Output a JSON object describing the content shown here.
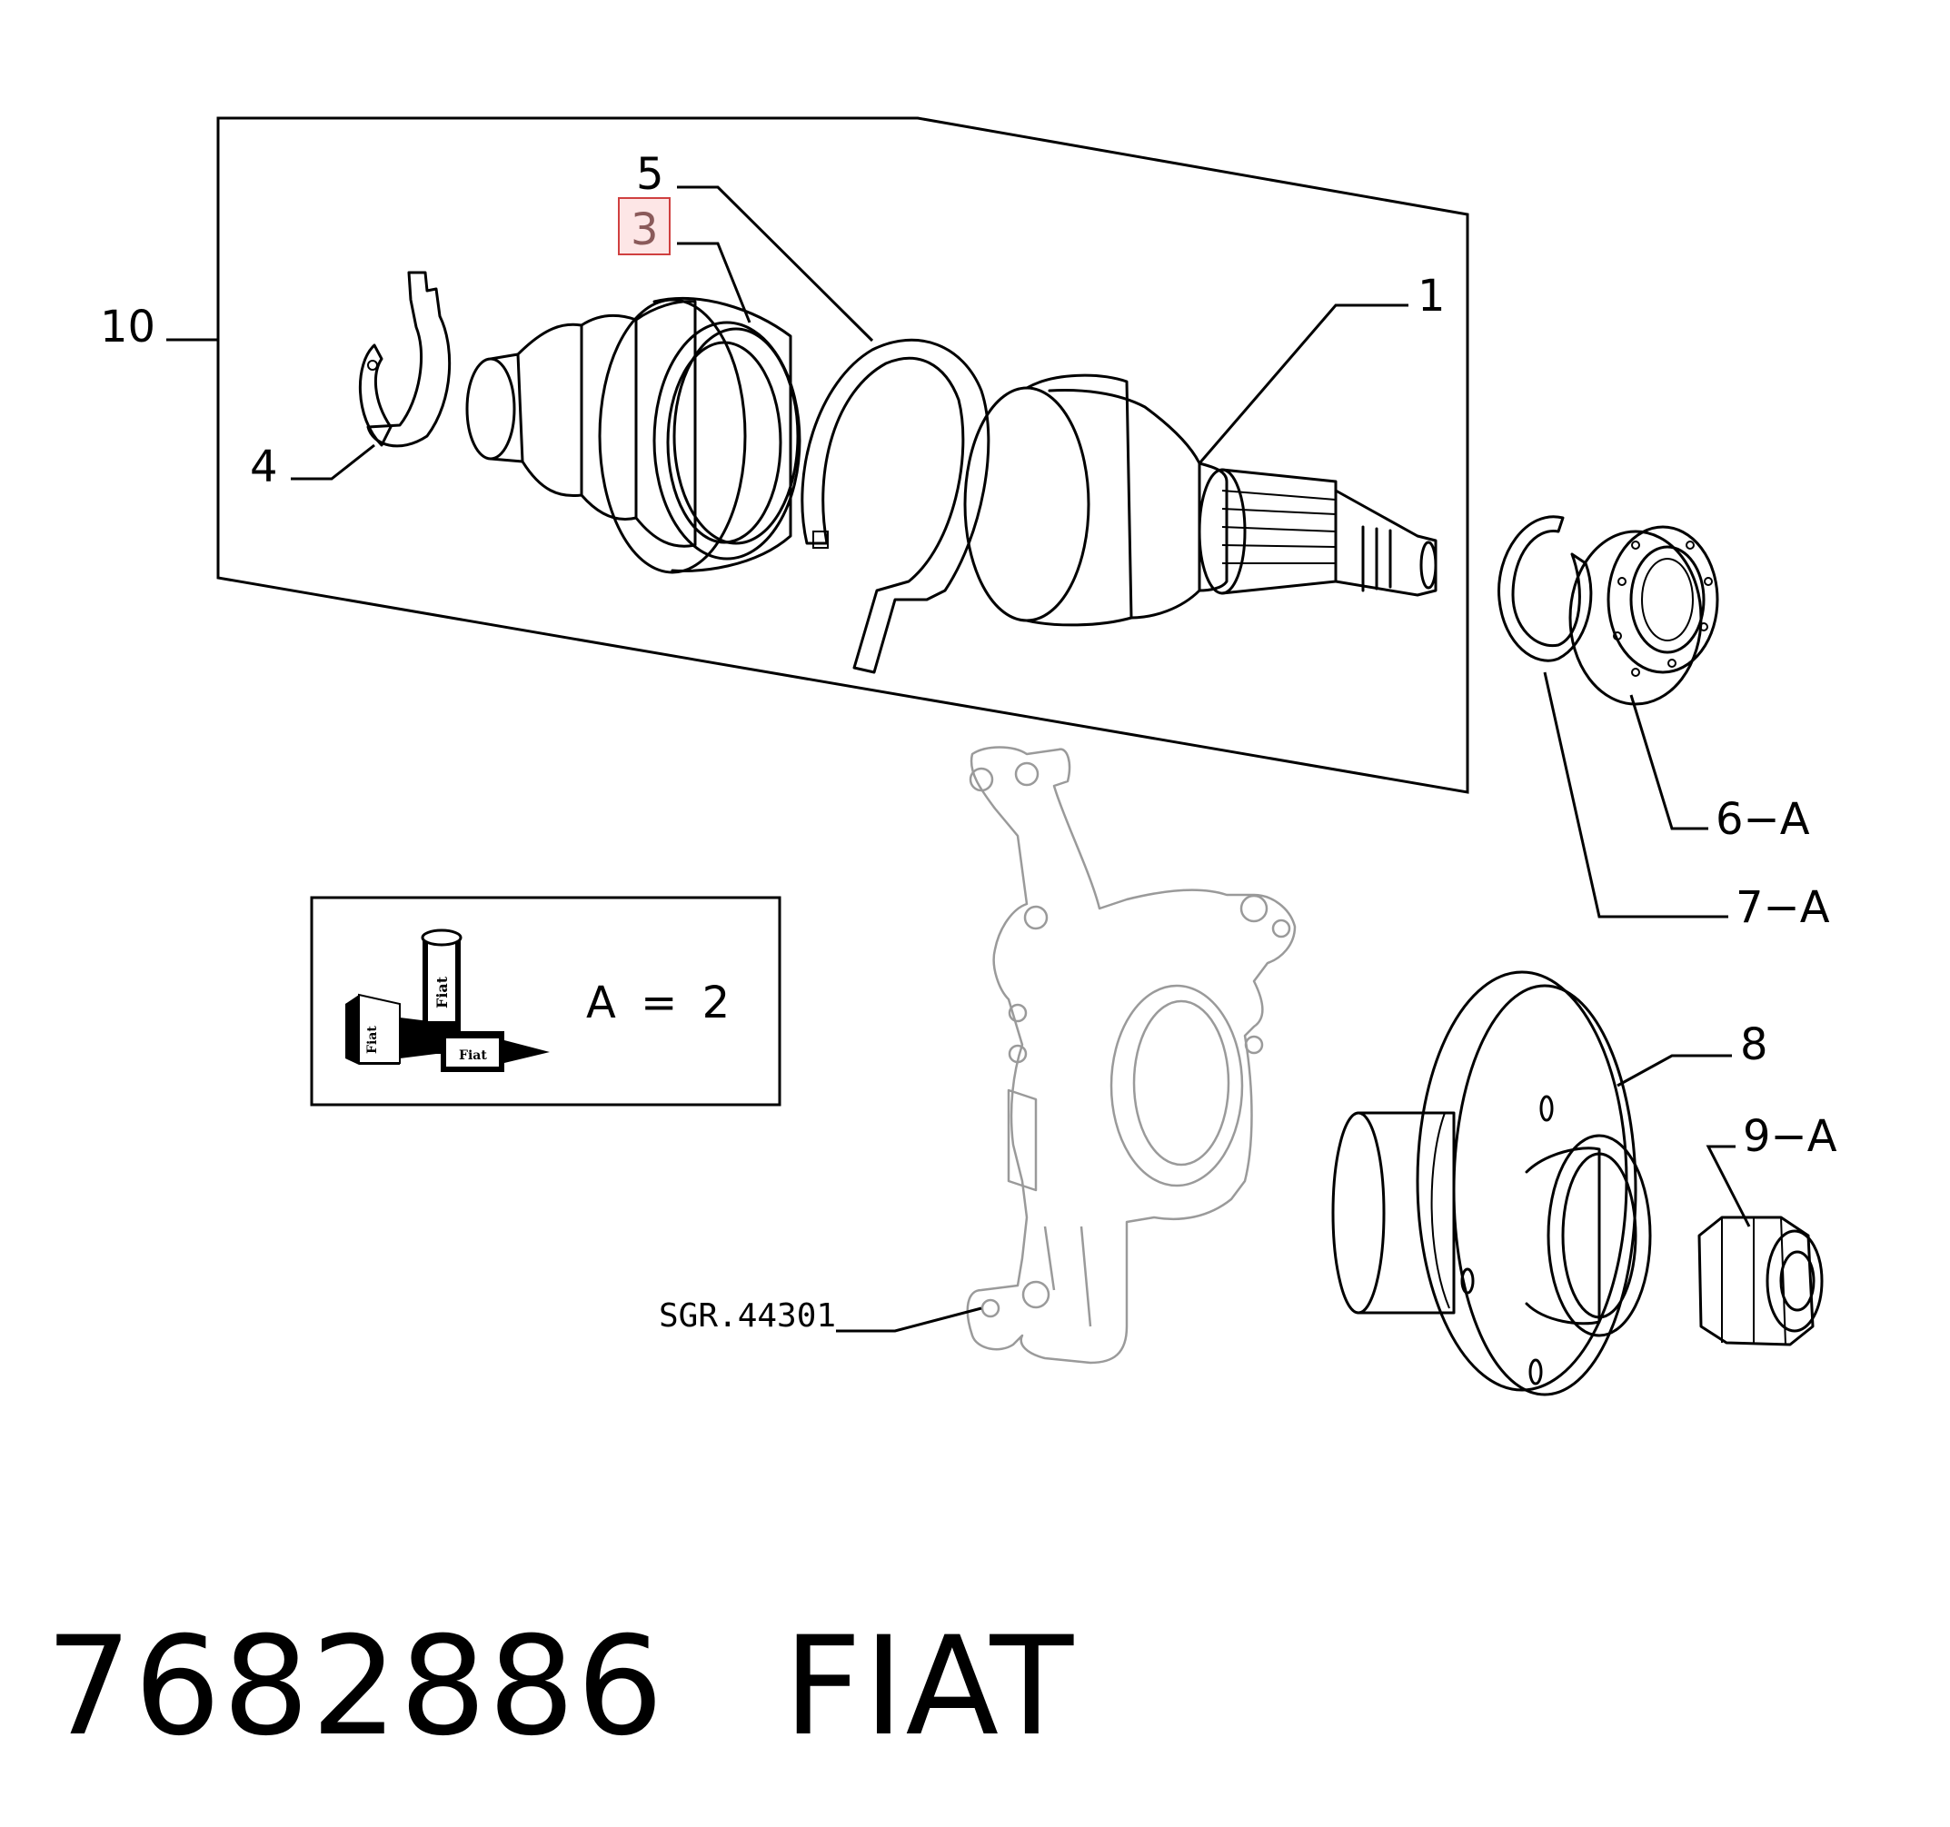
{
  "callouts": {
    "c10": "10",
    "c5": "5",
    "c3": "3",
    "c1": "1",
    "c4": "4",
    "c6a": "6−A",
    "c7a": "7−A",
    "c8": "8",
    "c9a": "9−A",
    "ref": "SGR.44301"
  },
  "legend": {
    "formula": "A = 2",
    "tube_label": "Fiat",
    "box1_label": "Fiat",
    "box2_label": "Fiat"
  },
  "caption": {
    "part_number": "7682886",
    "brand": "FIAT"
  },
  "colors": {
    "highlight_fill": "#fde6e6",
    "highlight_stroke": "#d04040",
    "ghost_part": "#9a9a9a"
  }
}
